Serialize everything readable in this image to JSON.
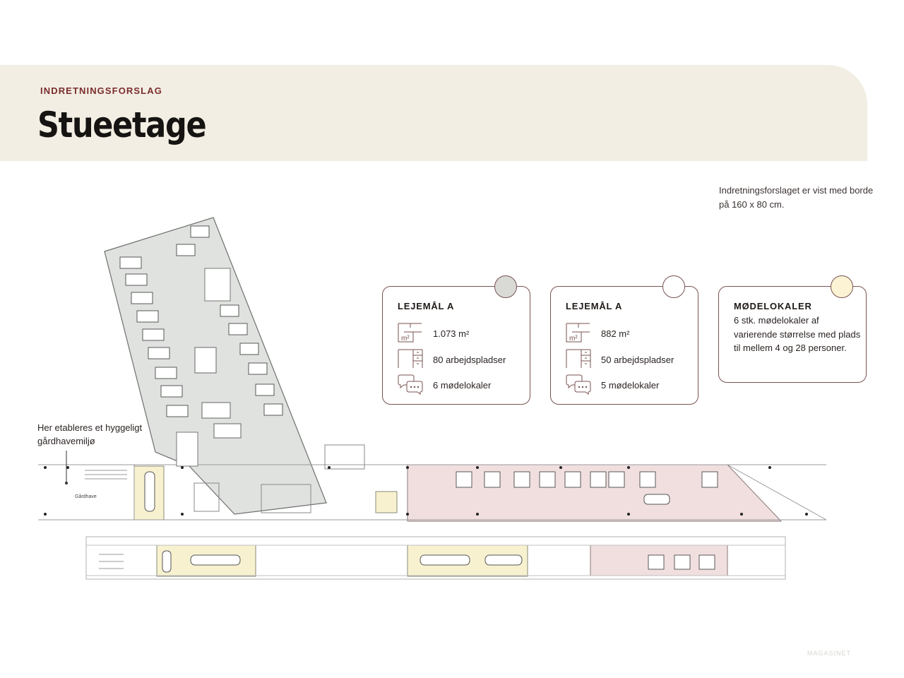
{
  "header": {
    "eyebrow": "INDRETNINGSFORSLAG",
    "title": "Stueetage"
  },
  "note": "Indretningsforslaget er vist med borde på 160 x 80 cm.",
  "garden_note": "Her etableres et hyggeligt gårdhavemiljø",
  "garden_label": "Gårdhave",
  "cards": [
    {
      "title": "LEJEMÅL A",
      "dot_color": "#d9d9d6",
      "area": "1.073 m²",
      "workplaces": "80 arbejdspladser",
      "meeting_rooms": "6 mødelokaler"
    },
    {
      "title": "LEJEMÅL A",
      "dot_color": "#ffffff",
      "area": "882 m²",
      "workplaces": "50 arbejdspladser",
      "meeting_rooms": "5 mødelokaler"
    },
    {
      "title": "MØDELOKALER",
      "dot_color": "#fbf3d3",
      "text": "6 stk. mødelokaler af varierende størrelse med plads til mellem 4 og 28 personer."
    }
  ],
  "icons": [
    "area-m2-icon",
    "desk-icon",
    "chat-bubbles-icon"
  ],
  "colors": {
    "banner": "#f2eee3",
    "accent": "#7a2d2d",
    "tenant_a_grey": "#dfe2de",
    "tenant_b_pink": "#f1dfe0",
    "meeting_yellow": "#f8f1cf"
  },
  "watermark": "MAGASINET"
}
